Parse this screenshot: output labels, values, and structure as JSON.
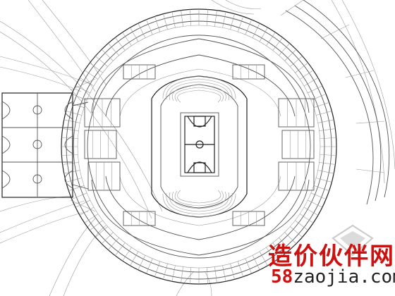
{
  "figure": {
    "kind": "architectural-floor-plan",
    "subject": "circular-arena",
    "court_color": "#222222",
    "line_color": "#555555"
  },
  "watermark": {
    "chinese_text": "造价伙伴网",
    "url_prefix": "58",
    "url_suffix": "zaojia.com",
    "color": "#cc1111"
  }
}
